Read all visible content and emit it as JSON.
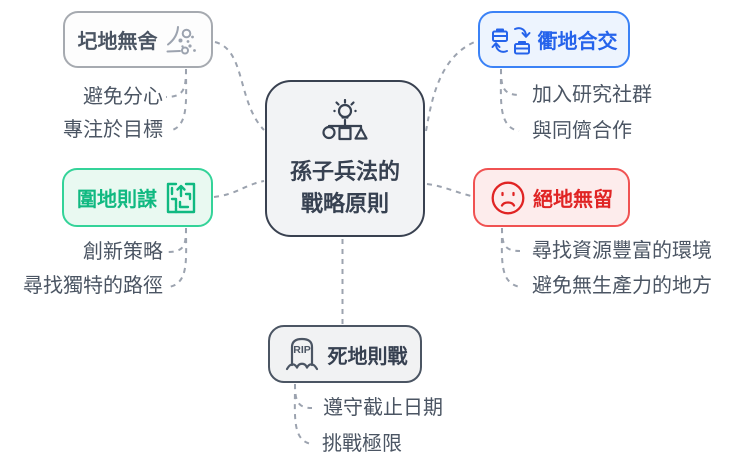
{
  "center": {
    "line1": "孫子兵法的",
    "line2": "戰略原則"
  },
  "branches": {
    "pi": {
      "label": "圮地無舍",
      "icon": "rockfall-icon",
      "items": [
        "避免分心",
        "專注於目標"
      ]
    },
    "qu": {
      "label": "衢地合交",
      "icon": "exchange-icon",
      "items": [
        "加入研究社群",
        "與同儕合作"
      ]
    },
    "wei": {
      "label": "圍地則謀",
      "icon": "maze-icon",
      "items": [
        "創新策略",
        "尋找獨特的路徑"
      ]
    },
    "jue": {
      "label": "絕地無留",
      "icon": "sad-face-icon",
      "items": [
        "尋找資源豐富的環境",
        "避免無生產力的地方"
      ]
    },
    "si": {
      "label": "死地則戰",
      "icon": "tombstone-icon",
      "icon_text": "RIP",
      "items": [
        "遵守截止日期",
        "挑戰極限"
      ]
    }
  },
  "palette": {
    "blue": "#2563EB",
    "green": "#10B981",
    "red": "#E02424",
    "grey": "#4B5563",
    "dark": "#374151",
    "edge": "#9CA3AF"
  }
}
